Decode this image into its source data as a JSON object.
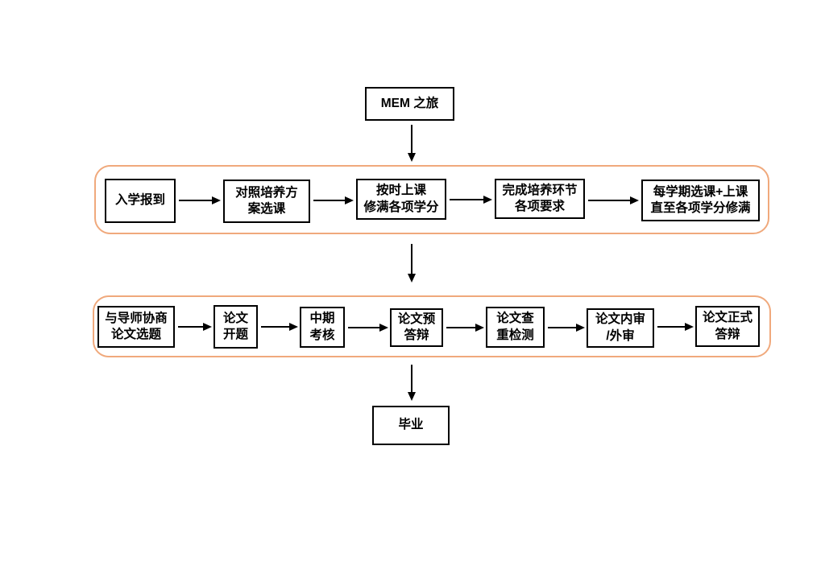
{
  "colors": {
    "stage_container_border": "#F0A97C",
    "box_border": "#000000",
    "background": "#FFFFFF",
    "text": "#000000"
  },
  "nodes": {
    "start": {
      "label": "MEM 之旅"
    },
    "end": {
      "label": "毕业"
    }
  },
  "stage1": {
    "steps": [
      {
        "label": "入学报到"
      },
      {
        "label": "对照培养方\n案选课"
      },
      {
        "label": "按时上课\n修满各项学分"
      },
      {
        "label": "完成培养环节\n各项要求"
      },
      {
        "label": "每学期选课+上课\n直至各项学分修满"
      }
    ]
  },
  "stage2": {
    "steps": [
      {
        "label": "与导师协商\n论文选题"
      },
      {
        "label": "论文\n开题"
      },
      {
        "label": "中期\n考核"
      },
      {
        "label": "论文预\n答辩"
      },
      {
        "label": "论文查\n重检测"
      },
      {
        "label": "论文内审\n/外审"
      },
      {
        "label": "论文正式\n答辩"
      }
    ]
  }
}
